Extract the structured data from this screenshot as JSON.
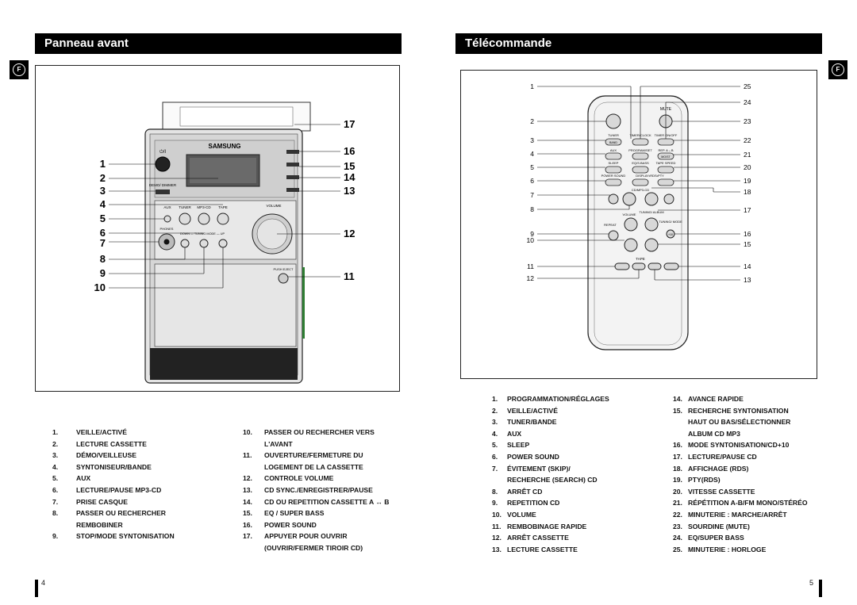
{
  "left_panel": {
    "title": "Panneau avant",
    "badge": "F",
    "device": {
      "brand": "SAMSUNG",
      "demo_label": "DEMO/ DIMMER",
      "volume_label": "VOLUME",
      "aux_label": "AUX",
      "tuner_label": "TUNER",
      "mp3cd_label": "MP3-CD",
      "tape_label": "TAPE",
      "phones_label": "PHONES",
      "tuning_label": "DOWN — TUNING MODE — UP",
      "push_eject_label": "PUSH EJECT",
      "power_symbol": "⏻/I"
    },
    "callouts_left": [
      "1",
      "2",
      "3",
      "4",
      "5",
      "6",
      "7",
      "8",
      "9",
      "10"
    ],
    "callouts_right": [
      "17",
      "16",
      "15",
      "14",
      "13",
      "12",
      "11"
    ],
    "items_col1": [
      {
        "n": "1.",
        "t": "VEILLE/ACTIVÉ"
      },
      {
        "n": "2.",
        "t": "LECTURE CASSETTE"
      },
      {
        "n": "3.",
        "t": "DÉMO/VEILLEUSE"
      },
      {
        "n": "4.",
        "t": "SYNTONISEUR/BANDE"
      },
      {
        "n": "5.",
        "t": "AUX"
      },
      {
        "n": "6.",
        "t": "LECTURE/PAUSE MP3-CD"
      },
      {
        "n": "7.",
        "t": "PRISE CASQUE"
      },
      {
        "n": "8.",
        "t": "PASSER OU RECHERCHER"
      },
      {
        "n": "",
        "t": "REMBOBINER"
      },
      {
        "n": "9.",
        "t": "STOP/MODE SYNTONISATION"
      }
    ],
    "items_col2": [
      {
        "n": "10.",
        "t": "PASSER OU RECHERCHER VERS"
      },
      {
        "n": "",
        "t": "L'AVANT"
      },
      {
        "n": "11.",
        "t": "OUVERTURE/FERMETURE DU"
      },
      {
        "n": "",
        "t": "LOGEMENT DE LA CASSETTE"
      },
      {
        "n": "12.",
        "t": "CONTROLE VOLUME"
      },
      {
        "n": "13.",
        "t": "CD SYNC./ENREGISTRER/PAUSE"
      },
      {
        "n": "14.",
        "t": "CD OU REPETITION CASSETTE A ↔ B"
      },
      {
        "n": "15.",
        "t": "EQ / SUPER BASS"
      },
      {
        "n": "16.",
        "t": "POWER SOUND"
      },
      {
        "n": "17.",
        "t": "APPUYER POUR OUVRIR"
      },
      {
        "n": "",
        "t": "(OUVRIR/FERMER TIROIR CD)"
      }
    ],
    "page_number": "4"
  },
  "right_panel": {
    "title": "Télécommande",
    "badge": "F",
    "remote": {
      "mute": "MUTE",
      "tuner": "TUNER",
      "band": "BAND",
      "timer_clock": "TIMER/CLOCK",
      "timer_on_off": "TIMER ON/OFF",
      "aux": "AUX",
      "program_set": "PROGRAM/SET",
      "rep": "REP. A↔B",
      "mo_st": "MO/ST",
      "sleep": "SLEEP",
      "eq_sbass": "EQ/S.BASS",
      "tape_speed": "TAPE SPEED",
      "power_sound": "POWER SOUND",
      "display_rds": "DISPLAY•RDS•PTY",
      "cd_mp3": "CD/MP3-CD",
      "volume": "VOLUME",
      "tuning_album": "TUNING/ ALBUM",
      "tuning_mode": "TUNING/ MODE",
      "repeat": "REPEAT",
      "plus10": "+10",
      "tape": "TAPE"
    },
    "callouts_left": [
      "1",
      "2",
      "3",
      "4",
      "5",
      "6",
      "7",
      "8",
      "9",
      "10",
      "11",
      "12"
    ],
    "callouts_right": [
      "25",
      "24",
      "23",
      "22",
      "21",
      "20",
      "19",
      "18",
      "17",
      "16",
      "15",
      "14",
      "13"
    ],
    "items_col1": [
      {
        "n": "1.",
        "t": "PROGRAMMATION/RÉGLAGES"
      },
      {
        "n": "2.",
        "t": "VEILLE/ACTIVÉ"
      },
      {
        "n": "3.",
        "t": "TUNER/BANDE"
      },
      {
        "n": "4.",
        "t": "AUX"
      },
      {
        "n": "5.",
        "t": "SLEEP"
      },
      {
        "n": "6.",
        "t": "POWER SOUND"
      },
      {
        "n": "7.",
        "t": "ÉVITEMENT (SKIP)/"
      },
      {
        "n": "",
        "t": "RECHERCHE (SEARCH) CD"
      },
      {
        "n": "8.",
        "t": "ARRÊT CD"
      },
      {
        "n": "9.",
        "t": "REPETITION CD"
      },
      {
        "n": "10.",
        "t": "VOLUME"
      },
      {
        "n": "11.",
        "t": "REMBOBINAGE RAPIDE"
      },
      {
        "n": "12.",
        "t": "ARRÊT CASSETTE"
      },
      {
        "n": "13.",
        "t": "LECTURE CASSETTE"
      }
    ],
    "items_col2": [
      {
        "n": "14.",
        "t": "AVANCE RAPIDE"
      },
      {
        "n": "15.",
        "t": "RECHERCHE SYNTONISATION"
      },
      {
        "n": "",
        "t": "HAUT OU BAS/SÉLECTIONNER"
      },
      {
        "n": "",
        "t": "ALBUM CD MP3"
      },
      {
        "n": "16.",
        "t": "MODE SYNTONISATION/CD+10"
      },
      {
        "n": "17.",
        "t": "LECTURE/PAUSE CD"
      },
      {
        "n": "18.",
        "t": "AFFICHAGE (RDS)"
      },
      {
        "n": "19.",
        "t": "PTY(RDS)"
      },
      {
        "n": "20.",
        "t": "VITESSE CASSETTE"
      },
      {
        "n": "21.",
        "t": "RÉPÉTITION A-B/FM MONO/STÉRÉO"
      },
      {
        "n": "22.",
        "t": "MINUTERIE  : MARCHE/ARRÊT"
      },
      {
        "n": "23.",
        "t": "SOURDINE (MUTE)"
      },
      {
        "n": "24.",
        "t": "EQ/SUPER BASS"
      },
      {
        "n": "25.",
        "t": "MINUTERIE  : HORLOGE"
      }
    ],
    "page_number": "5"
  }
}
